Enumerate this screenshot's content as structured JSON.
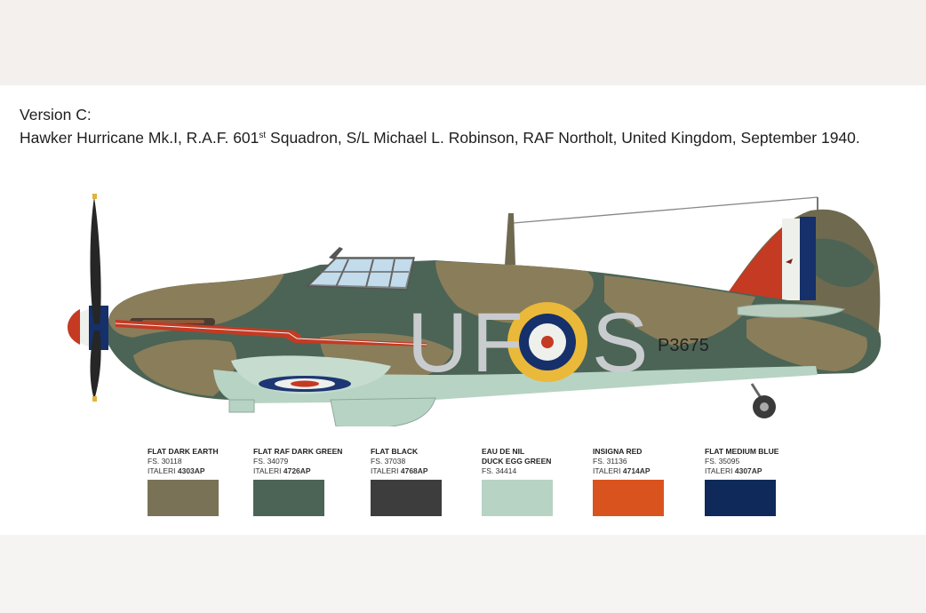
{
  "caption": {
    "version": "Version C:",
    "line_prefix": "Hawker Hurricane Mk.I, R.A.F. 601",
    "line_sup": "st",
    "line_suffix": " Squadron, S/L Michael L. Robinson, RAF Northolt, United Kingdom, September 1940."
  },
  "aircraft": {
    "code_left": "UF",
    "code_right": "S",
    "serial": "P3675"
  },
  "colors": {
    "dark_earth": "#7a7256",
    "dark_green": "#4b6455",
    "black": "#3d3d3d",
    "duck_egg": "#b7d3c3",
    "insignia_red": "#d9531e",
    "medium_blue": "#0f2a5a",
    "roundel_yellow": "#eab93a"
  },
  "swatches": [
    {
      "name": "FLAT DARK EARTH",
      "name2": "",
      "fs": "FS. 30118",
      "italeri_label": "ITALERI ",
      "code": "4303AP",
      "color": "#7a7256"
    },
    {
      "name": "FLAT RAF DARK GREEN",
      "name2": "",
      "fs": "FS. 34079",
      "italeri_label": "ITALERI ",
      "code": "4726AP",
      "color": "#4b6455"
    },
    {
      "name": "FLAT BLACK",
      "name2": "",
      "fs": "FS. 37038",
      "italeri_label": "ITALERI ",
      "code": "4768AP",
      "color": "#3d3d3d"
    },
    {
      "name": "EAU DE NIL",
      "name2": "DUCK EGG GREEN",
      "fs": "FS. 34414",
      "italeri_label": "",
      "code": "",
      "color": "#b7d3c3"
    },
    {
      "name": "INSIGNA RED",
      "name2": "",
      "fs": "FS. 31136",
      "italeri_label": "ITALERI ",
      "code": "4714AP",
      "color": "#d9531e"
    },
    {
      "name": "FLAT MEDIUM BLUE",
      "name2": "",
      "fs": "FS. 35095",
      "italeri_label": "ITALERI ",
      "code": "4307AP",
      "color": "#0f2a5a"
    }
  ]
}
